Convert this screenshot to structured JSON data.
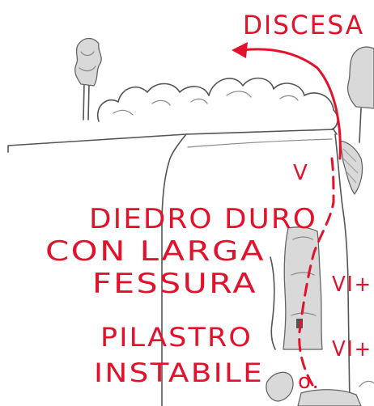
{
  "colors": {
    "ink_red": "#e3122c",
    "pencil": "#555555"
  },
  "labels": {
    "descent": "DISCESA",
    "pitch_mark_1": "V",
    "corner_line_1": "DIEDRO DURO",
    "corner_line_2": "CON LARGA",
    "corner_line_3": "FESSURA",
    "grade_1": "VI+",
    "pillar_line_1": "PILASTRO",
    "pillar_line_2": "INSTABILE",
    "grade_2": "VI+",
    "belay_mark": "o."
  }
}
